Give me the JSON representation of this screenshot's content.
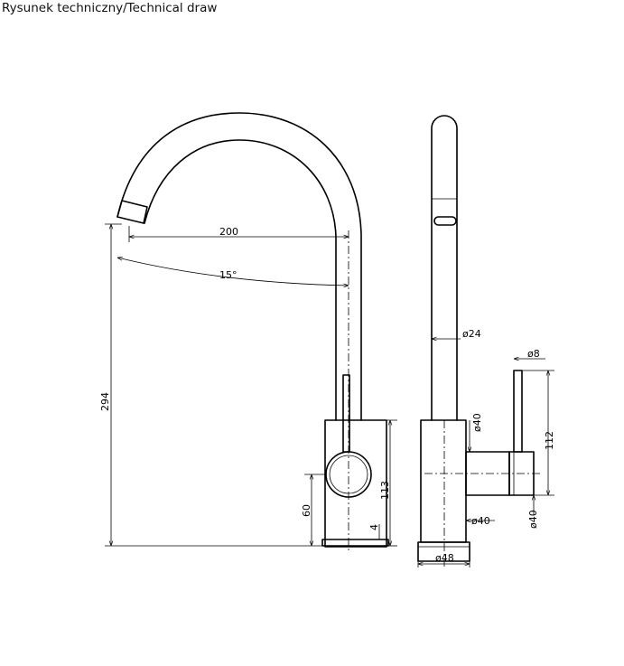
{
  "title": "Rysunek techniczny/Technical draw",
  "dimensions": {
    "spout_reach": "200",
    "swivel_angle": "15°",
    "total_height": "294",
    "body_height": "113",
    "lever_height": "60",
    "base_ring": "4",
    "pipe_diameter": "ø24",
    "lever_diameter": "ø8",
    "body_diameter_top": "ø40",
    "body_diameter_bottom": "ø40",
    "lever_length": "112",
    "handle_diameter": "ø40",
    "base_diameter": "ø48"
  }
}
